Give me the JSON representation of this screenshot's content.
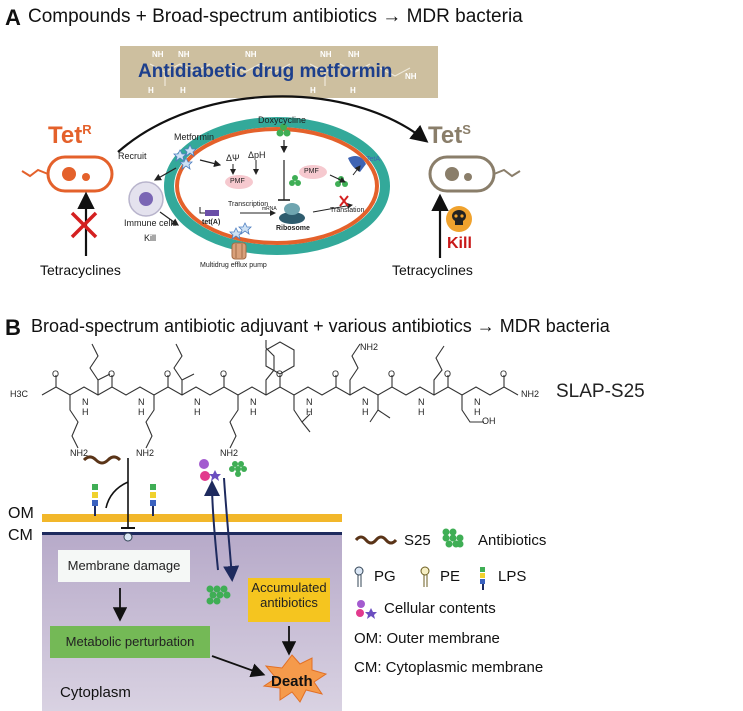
{
  "panel_a": {
    "letter": "A",
    "title": "Compounds + Broad-spectrum antibiotics → MDR bacteria",
    "banner": "Antidiabetic drug metformin",
    "banner_nh": [
      "NH",
      "NH",
      "NH",
      "NH",
      "NH",
      "NH"
    ],
    "banner_h": [
      "H",
      "H",
      "H",
      "H"
    ],
    "tet_r": "Tet",
    "tet_r_sup": "R",
    "tet_s": "Tet",
    "tet_s_sup": "S",
    "recruit": "Recruit",
    "metformin": "Metformin",
    "immune_cells": "Immune cells",
    "kill_small": "Kill",
    "doxycycline": "Doxycycline",
    "delta_psi": "ΔΨ",
    "delta_ph": "ΔpH",
    "pmf": "PMF",
    "transcription": "Transcription",
    "mrna": "mRNA",
    "tet_a_gene": "tet(A)",
    "ribosome": "Ribosome",
    "translation": "Translation",
    "teta": "TetA",
    "efflux_pump": "Multidrug efflux pump",
    "tetracyclines_left": "Tetracyclines",
    "tetracyclines_right": "Tetracyclines",
    "kill_big": "Kill"
  },
  "panel_b": {
    "letter": "B",
    "title": "Broad-spectrum antibiotic adjuvant + various antibiotics → MDR bacteria",
    "peptide_name": "SLAP-S25",
    "chem_labels": {
      "h3c": "H3C",
      "nh2_end": "NH2",
      "oh": "OH",
      "nh2_side": [
        "NH2",
        "NH2",
        "NH2",
        "NH2"
      ],
      "h": "H",
      "n": "N",
      "o": "O"
    },
    "om": "OM",
    "cm": "CM",
    "membrane_damage": "Membrane damage",
    "metabolic_perturbation": "Metabolic perturbation",
    "accumulated_antibiotics": "Accumulated antibiotics",
    "death": "Death",
    "cytoplasm": "Cytoplasm",
    "legend": {
      "s25": "S25",
      "antibiotics": "Antibiotics",
      "pg": "PG",
      "pe": "PE",
      "lps": "LPS",
      "cellular_contents": "Cellular contents",
      "om_def": "OM: Outer membrane",
      "cm_def": "CM: Cytoplasmic membrane"
    }
  },
  "colors": {
    "orange": "#e4612b",
    "teal": "#33a99a",
    "banner": "#cdbf9f",
    "banner_text": "#1d3f8c",
    "om_band": "#f2b72a",
    "cytoplasm": "#c9bfd8",
    "green_box": "#74b956",
    "death": "#f59a4b",
    "kill_red": "#c81818",
    "antibiotic_green": "#3fae55"
  }
}
